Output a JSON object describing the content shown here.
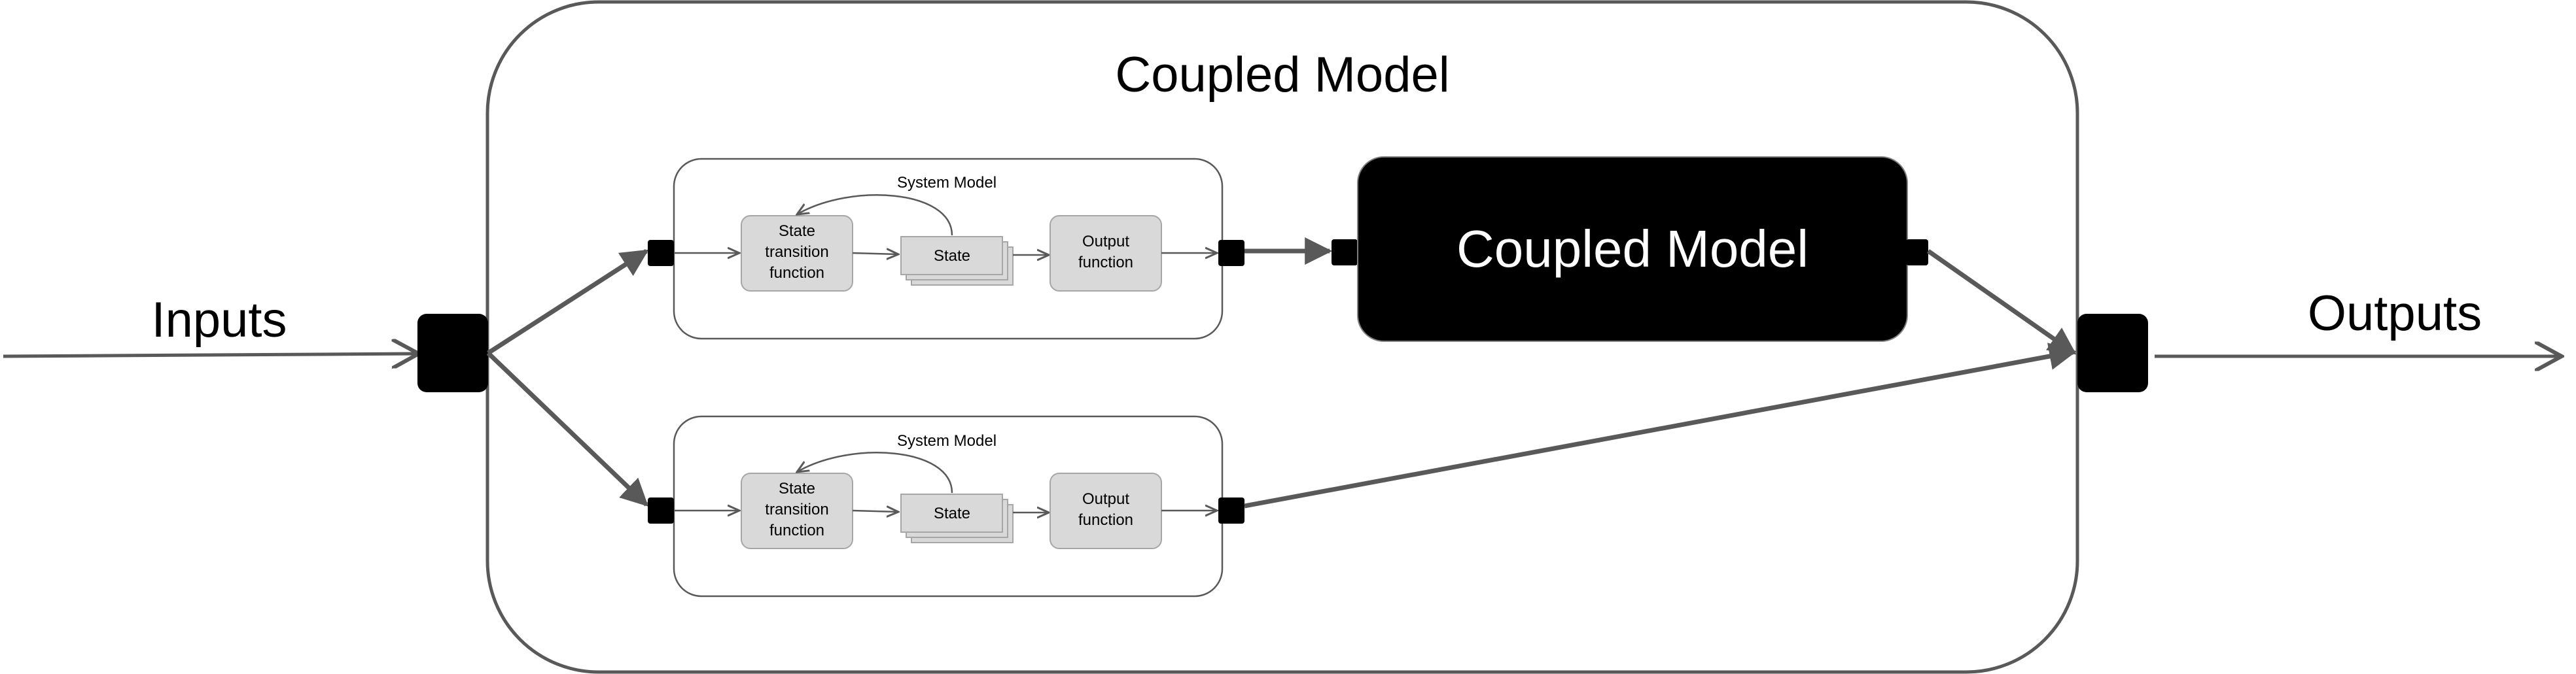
{
  "outer": {
    "title": "Coupled Model"
  },
  "io": {
    "inputs_label": "Inputs",
    "outputs_label": "Outputs"
  },
  "system_models": [
    {
      "title": "System Model",
      "state_transition": [
        "State",
        "transition",
        "function"
      ],
      "state": "State",
      "output": [
        "Output",
        "function"
      ]
    },
    {
      "title": "System Model",
      "state_transition": [
        "State",
        "transition",
        "function"
      ],
      "state": "State",
      "output": [
        "Output",
        "function"
      ]
    }
  ],
  "inner_coupled": {
    "label": "Coupled Model"
  },
  "colors": {
    "line": "#595959",
    "port": "#000000",
    "block_fill": "#d9d9d9",
    "inner_coupled_fill": "#000000",
    "inner_coupled_text": "#ffffff"
  }
}
